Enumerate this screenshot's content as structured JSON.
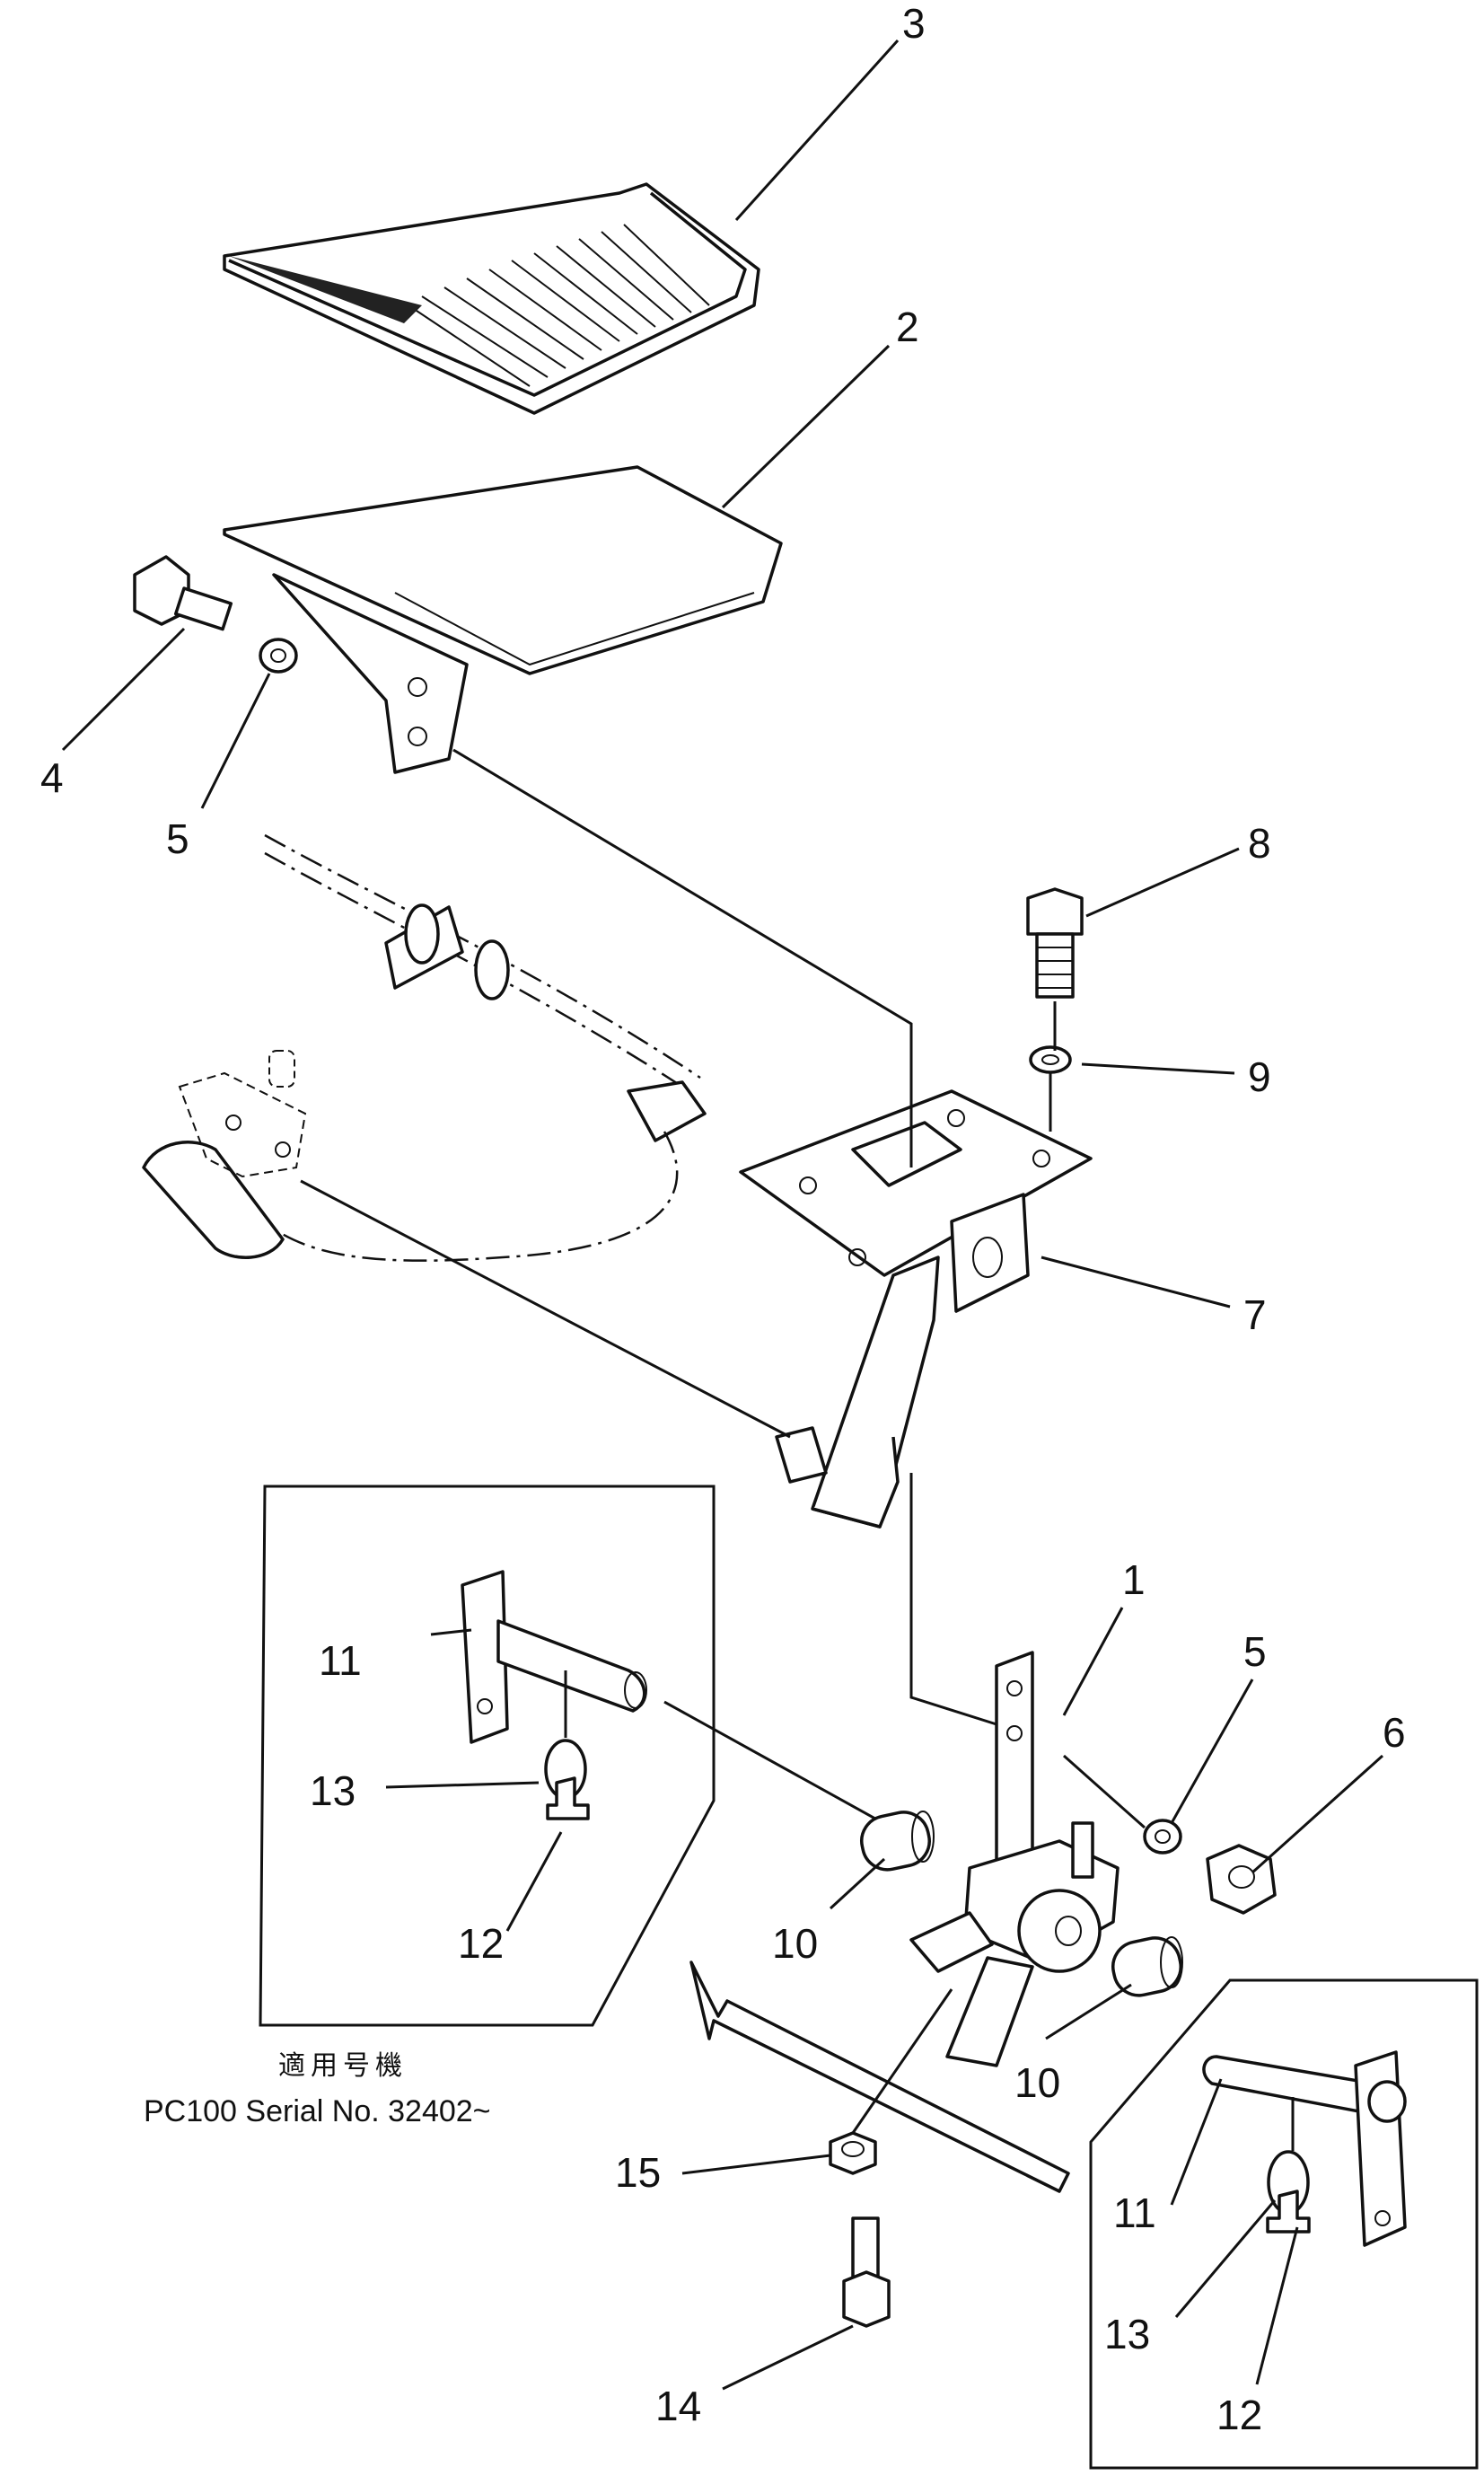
{
  "diagram": {
    "callouts": [
      "1",
      "2",
      "3",
      "4",
      "5",
      "5",
      "6",
      "7",
      "8",
      "9",
      "10",
      "10",
      "11",
      "11",
      "12",
      "12",
      "13",
      "13",
      "14",
      "15"
    ],
    "inset_note": {
      "jp_line": "適用号機",
      "serial_line": "PC100 Serial No. 32402~"
    }
  }
}
